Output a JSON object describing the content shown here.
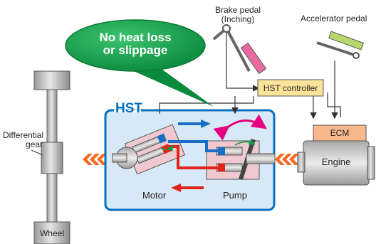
{
  "callout": {
    "line1": "No heat loss",
    "line2": "or slippage"
  },
  "brake_pedal": {
    "line1": "Brake pedal",
    "line2": "(Inching)"
  },
  "accelerator_pedal": "Accelerator pedal",
  "hst": {
    "title": "HST",
    "motor": "Motor",
    "pump": "Pump"
  },
  "hst_controller": "HST controller",
  "ecm": "ECM",
  "engine": "Engine",
  "differential_gear": {
    "line1": "Differential",
    "line2": "gear"
  },
  "wheel": "Wheel",
  "colors": {
    "callout_green": "#0c9a45",
    "hst_border": "#0070c0",
    "hst_fill": "#d7e8f6",
    "controller_fill": "#fce39a",
    "ecm_fill": "#f7b98b",
    "pedal_pink": "#e96aa0",
    "pedal_green": "#b7d86b",
    "power_arrow": "#f26b21",
    "flow_blue": "#1a6fc4",
    "flow_red": "#e2231a",
    "swash_magenta": "#e4007f"
  }
}
